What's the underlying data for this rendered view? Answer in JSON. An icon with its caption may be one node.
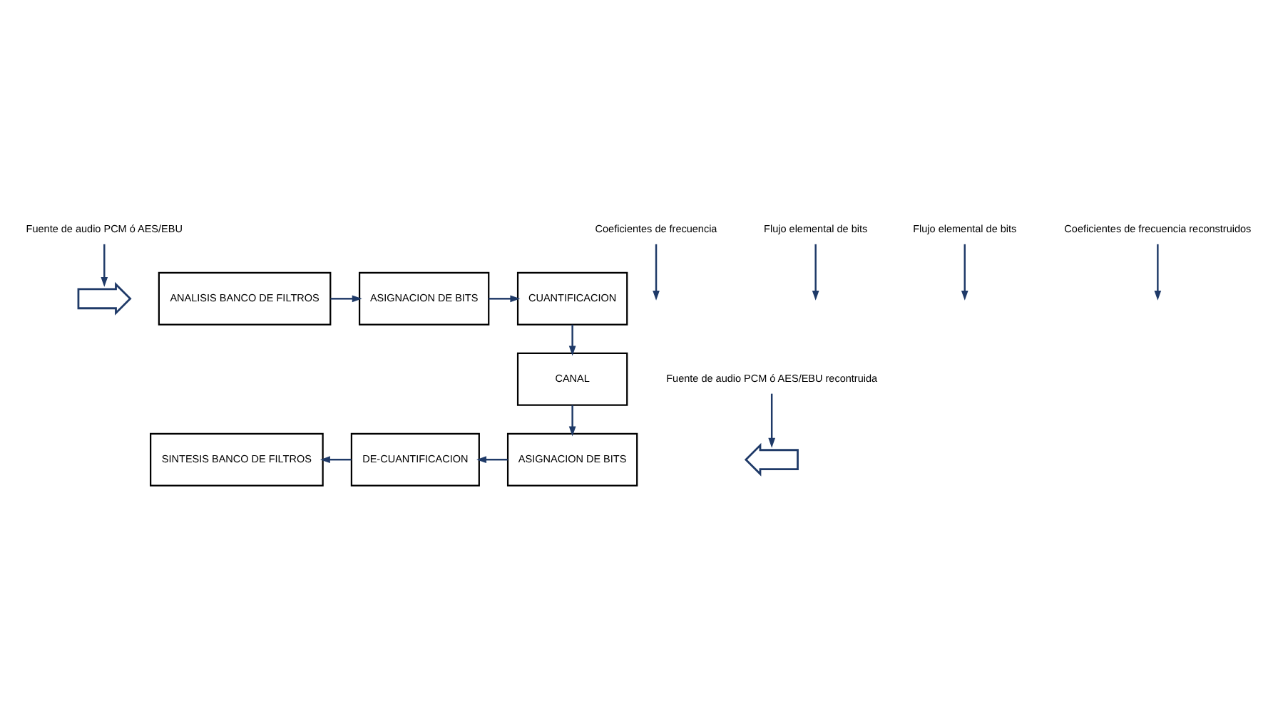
{
  "diagram": {
    "nodes": [
      {
        "text": [],
        "shape": "arrow"
      },
      {
        "text": [
          "ANALISIS BANCO DE FILTROS"
        ]
      },
      {
        "text": [
          "ASIGNACION DE BITS"
        ]
      },
      {
        "text": [
          "CUANTIFICACION"
        ]
      },
      {
        "text": [
          "Fuente de audio PCM ó AES/EBU"
        ]
      },
      {
        "text": [
          "Coeficientes de frecuencia"
        ]
      },
      {
        "text": [
          "Flujo elemental de bits"
        ]
      },
      {
        "text": [
          "CANAL"
        ]
      },
      {
        "text": [
          "Flujo elemental de bits"
        ]
      },
      {
        "text": [],
        "shape": "arrow"
      },
      {
        "text": [
          "SINTESIS BANCO DE FILTROS"
        ]
      },
      {
        "text": [
          "DE-CUANTIFICACION"
        ]
      },
      {
        "text": [
          "ASIGNACION DE BITS"
        ]
      },
      {
        "text": [
          "Fuente de audio PCM ó AES/EBU recontruida"
        ]
      },
      {
        "text": [
          "Coeficientes de frecuencia reconstruidos"
        ]
      }
    ],
    "edges": [
      {
        "from": 4,
        "to": 0,
        "arrow": "to"
      },
      {
        "from": 1,
        "to": 2,
        "arrow": "to"
      },
      {
        "from": 5,
        "to": null,
        "arrow": "to"
      },
      {
        "from": 2,
        "to": 3,
        "arrow": "to"
      },
      {
        "from": 3,
        "to": 7,
        "arrow": "to"
      },
      {
        "from": 6,
        "to": null,
        "arrow": "to"
      },
      {
        "from": 7,
        "to": 12,
        "arrow": "to"
      },
      {
        "from": 8,
        "to": null,
        "arrow": "to"
      },
      {
        "from": 12,
        "to": 11,
        "arrow": "to"
      },
      {
        "from": 11,
        "to": 10,
        "arrow": "to"
      },
      {
        "from": 14,
        "to": null,
        "arrow": "to"
      },
      {
        "from": 13,
        "to": 9,
        "arrow": "to"
      }
    ]
  }
}
